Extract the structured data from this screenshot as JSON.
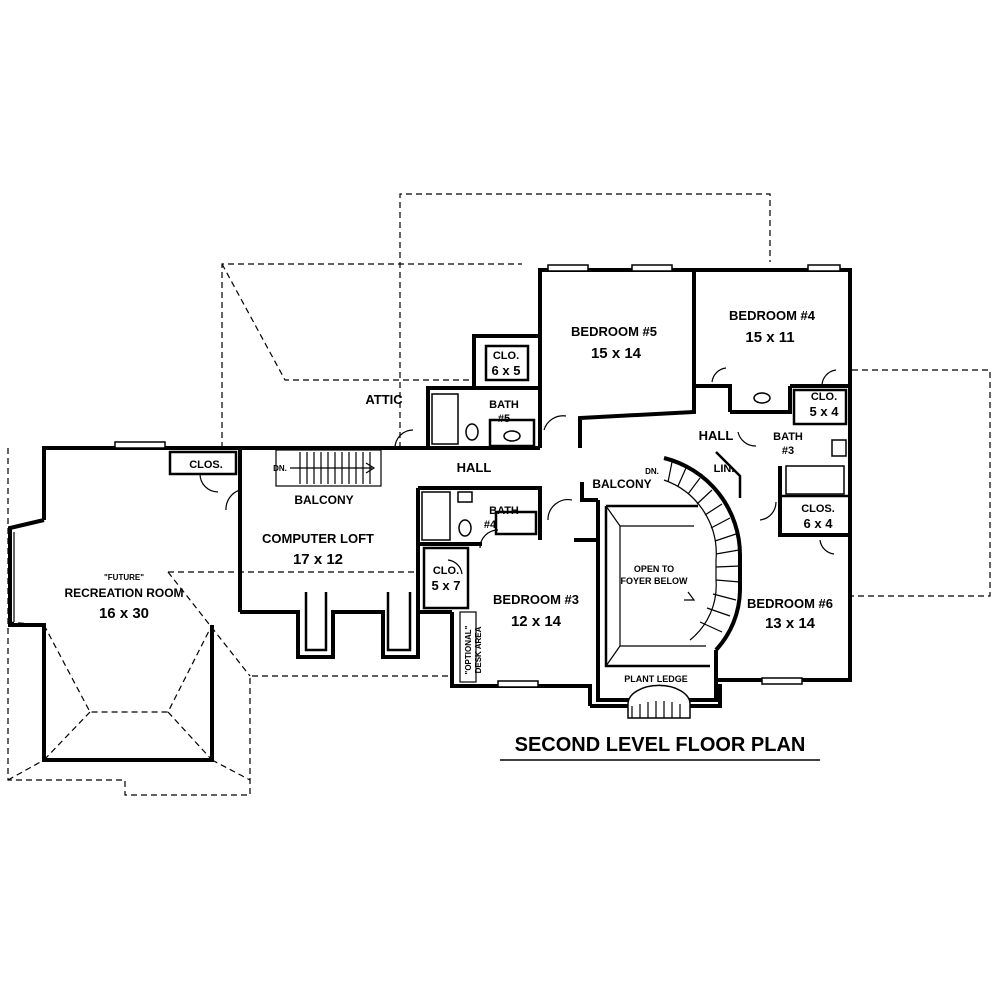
{
  "title": "SECOND LEVEL FLOOR PLAN",
  "rooms": {
    "bedroom5": {
      "name": "BEDROOM #5",
      "size": "15 x 14"
    },
    "bedroom4": {
      "name": "BEDROOM #4",
      "size": "15 x 11"
    },
    "bedroom3": {
      "name": "BEDROOM #3",
      "size": "12 x 14"
    },
    "bedroom6": {
      "name": "BEDROOM #6",
      "size": "13 x 14"
    },
    "computer_loft": {
      "name": "COMPUTER LOFT",
      "size": "17 x 12"
    },
    "recreation": {
      "qualifier": "\"FUTURE\"",
      "name": "RECREATION ROOM",
      "size": "16 x 30"
    },
    "clo_b5": {
      "name": "CLO.",
      "size": "6 x 5"
    },
    "clo_b4": {
      "name": "CLO.",
      "size": "5 x 4"
    },
    "clos_b6": {
      "name": "CLOS.",
      "size": "6 x 4"
    },
    "clo_b3": {
      "name": "CLO.",
      "size": "5 x 7"
    },
    "clos_rec": {
      "name": "CLOS."
    },
    "bath5": {
      "name": "BATH",
      "num": "#5"
    },
    "bath4": {
      "name": "BATH",
      "num": "#4"
    },
    "bath3": {
      "name": "BATH",
      "num": "#3"
    },
    "attic": {
      "name": "ATTIC"
    },
    "hall_main": {
      "name": "HALL"
    },
    "hall_right": {
      "name": "HALL"
    },
    "lin": {
      "name": "LIN."
    },
    "balcony_left": {
      "name": "BALCONY"
    },
    "balcony_right": {
      "name": "BALCONY"
    },
    "open_to": {
      "line1": "OPEN TO",
      "line2": "FOYER BELOW"
    },
    "plant_ledge": {
      "name": "PLANT LEDGE"
    },
    "desk_area": {
      "line1": "\"OPTIONAL\"",
      "line2": "DESK AREA"
    },
    "dn_left": {
      "name": "DN."
    },
    "dn_right": {
      "name": "DN."
    }
  }
}
